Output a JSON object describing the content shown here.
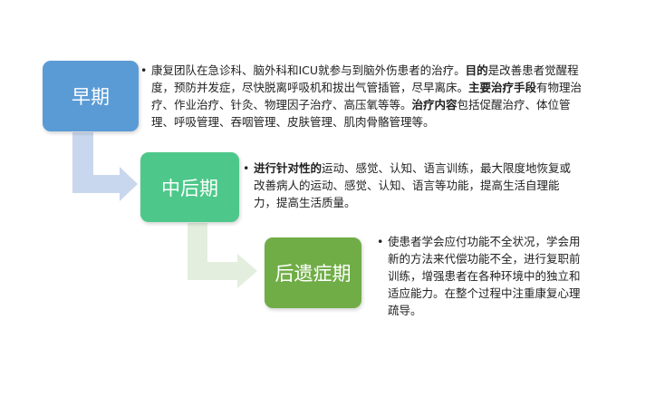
{
  "stages": [
    {
      "label": "早期",
      "color": "#5b9bd5",
      "description": [
        {
          "text": "康复团队在急诊科、脑外科和ICU就参与到脑外伤患者的治疗。",
          "bold": false
        },
        {
          "text": "目的",
          "bold": true
        },
        {
          "text": "是改善患者觉醒程度，预防并发症，尽快脱离呼吸机和拔出气管插管，尽早离床。",
          "bold": false
        },
        {
          "text": "主要治疗手段",
          "bold": true
        },
        {
          "text": "有物理治疗、作业治疗、针灸、物理因子治疗、高压氧等等。",
          "bold": false
        },
        {
          "text": "治疗内容",
          "bold": true
        },
        {
          "text": "包括促醒治疗、体位管理、呼吸管理、吞咽管理、皮肤管理、肌肉骨骼管理等。",
          "bold": false
        }
      ]
    },
    {
      "label": "中后期",
      "color": "#4dc88a",
      "description": [
        {
          "text": "进行针对性的",
          "bold": true
        },
        {
          "text": "运动、感觉、认知、语言训练，最大限度地恢复或改善病人的运动、感觉、认知、语言等功能，提高生活自理能力，提高生活质量。",
          "bold": false
        }
      ]
    },
    {
      "label": "后遗症期",
      "color": "#70ad47",
      "description": [
        {
          "text": "使患者学会应付功能不全状况，学会用新的方法来代偿功能不全，进行复职前训练，增强患者在各种环境中的独立和适应能力。在整个过程中注重康复心理疏导。",
          "bold": false
        }
      ]
    }
  ]
}
